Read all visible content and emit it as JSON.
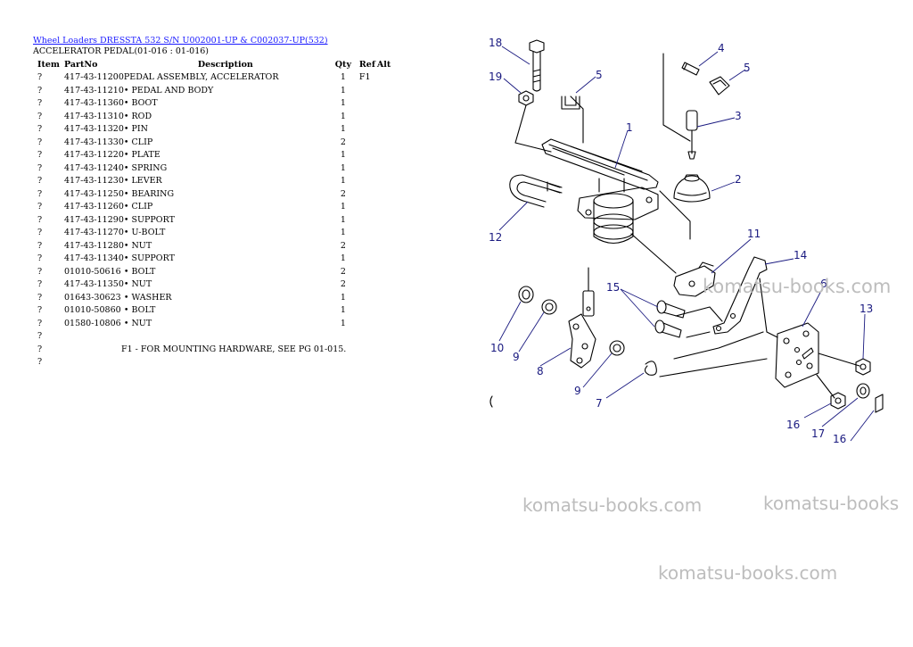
{
  "header": {
    "link_part1": "Wheel Loaders DRESSTA",
    "link_part2": "532 S/N U002001-UP & C002037-UP(532)",
    "subtitle": "ACCELERATOR PEDAL(01-016 : 01-016)"
  },
  "table": {
    "columns": [
      "Item",
      "PartNo",
      "Description",
      "Qty",
      "Ref",
      "Alt"
    ],
    "rows": [
      {
        "item": "?",
        "part": "417-43-11200",
        "desc": "PEDAL ASSEMBLY, ACCELERATOR",
        "qty": "1",
        "ref": "F1",
        "alt": ""
      },
      {
        "item": "?",
        "part": "417-43-11210",
        "desc": "• PEDAL AND BODY",
        "qty": "1",
        "ref": "",
        "alt": ""
      },
      {
        "item": "?",
        "part": "417-43-11360",
        "desc": "• BOOT",
        "qty": "1",
        "ref": "",
        "alt": ""
      },
      {
        "item": "?",
        "part": "417-43-11310",
        "desc": "• ROD",
        "qty": "1",
        "ref": "",
        "alt": ""
      },
      {
        "item": "?",
        "part": "417-43-11320",
        "desc": "• PIN",
        "qty": "1",
        "ref": "",
        "alt": ""
      },
      {
        "item": "?",
        "part": "417-43-11330",
        "desc": "• CLIP",
        "qty": "2",
        "ref": "",
        "alt": ""
      },
      {
        "item": "?",
        "part": "417-43-11220",
        "desc": "• PLATE",
        "qty": "1",
        "ref": "",
        "alt": ""
      },
      {
        "item": "?",
        "part": "417-43-11240",
        "desc": "• SPRING",
        "qty": "1",
        "ref": "",
        "alt": ""
      },
      {
        "item": "?",
        "part": "417-43-11230",
        "desc": "• LEVER",
        "qty": "1",
        "ref": "",
        "alt": ""
      },
      {
        "item": "?",
        "part": "417-43-11250",
        "desc": "• BEARING",
        "qty": "2",
        "ref": "",
        "alt": ""
      },
      {
        "item": "?",
        "part": "417-43-11260",
        "desc": "• CLIP",
        "qty": "1",
        "ref": "",
        "alt": ""
      },
      {
        "item": "?",
        "part": "417-43-11290",
        "desc": "• SUPPORT",
        "qty": "1",
        "ref": "",
        "alt": ""
      },
      {
        "item": "?",
        "part": "417-43-11270",
        "desc": "• U-BOLT",
        "qty": "1",
        "ref": "",
        "alt": ""
      },
      {
        "item": "?",
        "part": "417-43-11280",
        "desc": "• NUT",
        "qty": "2",
        "ref": "",
        "alt": ""
      },
      {
        "item": "?",
        "part": "417-43-11340",
        "desc": "• SUPPORT",
        "qty": "1",
        "ref": "",
        "alt": ""
      },
      {
        "item": "?",
        "part": "01010-50616",
        "desc": "• BOLT",
        "qty": "2",
        "ref": "",
        "alt": ""
      },
      {
        "item": "?",
        "part": "417-43-11350",
        "desc": "• NUT",
        "qty": "2",
        "ref": "",
        "alt": ""
      },
      {
        "item": "?",
        "part": "01643-30623",
        "desc": "• WASHER",
        "qty": "1",
        "ref": "",
        "alt": ""
      },
      {
        "item": "?",
        "part": "01010-50860",
        "desc": "• BOLT",
        "qty": "1",
        "ref": "",
        "alt": ""
      },
      {
        "item": "?",
        "part": "01580-10806",
        "desc": "• NUT",
        "qty": "1",
        "ref": "",
        "alt": ""
      }
    ],
    "trailing": [
      {
        "item": "?",
        "note": ""
      },
      {
        "item": "?",
        "note": "F1 - FOR MOUNTING HARDWARE, SEE PG 01-015."
      },
      {
        "item": "?",
        "note": ""
      }
    ]
  },
  "diagram": {
    "callouts": [
      "18",
      "19",
      "4",
      "5",
      "5",
      "1",
      "3",
      "2",
      "12",
      "11",
      "14",
      "15",
      "6",
      "13",
      "10",
      "9",
      "8",
      "9",
      "7",
      "16",
      "17",
      "16"
    ]
  },
  "watermarks": [
    "komatsu-books.com",
    "komatsu-books.com",
    "komatsu-books",
    "komatsu-books.com"
  ]
}
